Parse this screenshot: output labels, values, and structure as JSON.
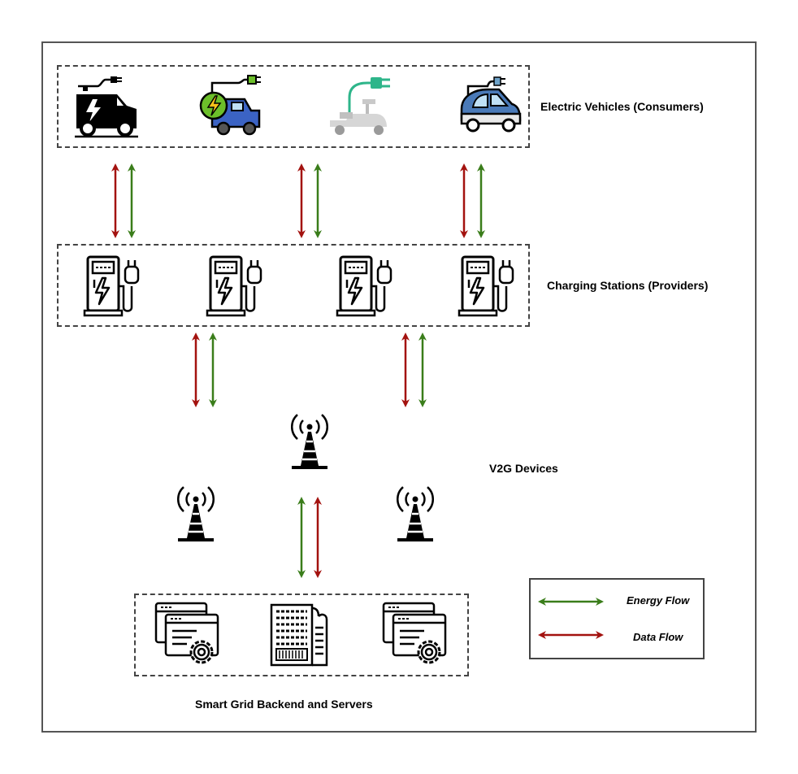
{
  "diagram": {
    "layers": {
      "vehicles": {
        "label": "Electric Vehicles (Consumers)",
        "icons": [
          "ev-van-icon",
          "ev-car-icon",
          "electric-scooter-icon",
          "ev-microcar-icon"
        ]
      },
      "stations": {
        "label": "Charging Stations (Providers)",
        "icons": [
          "charging-station-icon",
          "charging-station-icon",
          "charging-station-icon",
          "charging-station-icon"
        ]
      },
      "v2g": {
        "label": "V2G Devices",
        "icons": [
          "cell-tower-icon",
          "cell-tower-icon",
          "cell-tower-icon"
        ]
      },
      "backend": {
        "label": "Smart Grid Backend and Servers",
        "icons": [
          "web-server-settings-icon",
          "server-rack-icon",
          "web-server-settings-icon"
        ]
      }
    },
    "legend": {
      "energy": {
        "label": "Energy Flow",
        "color": "#3a7d1a"
      },
      "data": {
        "label": "Data Flow",
        "color": "#a3120f"
      }
    }
  }
}
